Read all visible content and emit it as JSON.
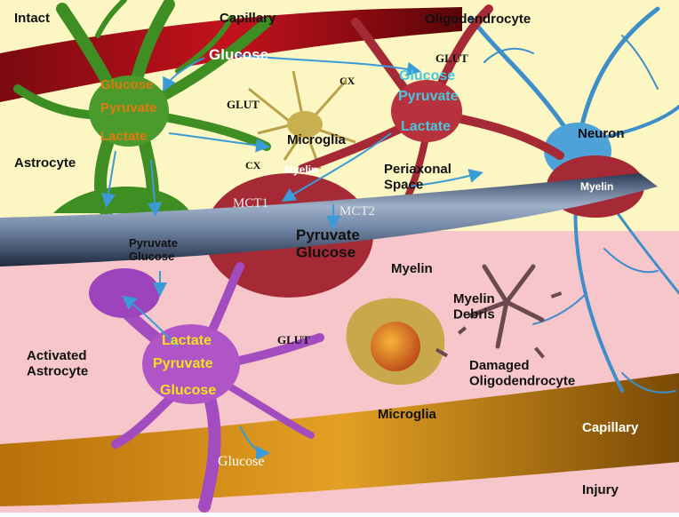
{
  "regions": {
    "top": "Intact",
    "bottom": "Injury"
  },
  "labels": {
    "capillary_top": "Capillary",
    "oligodendrocyte": "Oligodendrocyte",
    "glucose_top": "Glucose",
    "glut_oligo": "GLUT",
    "cx_top": "CX",
    "glut_mid": "GLUT",
    "microglia_top": "Microglia",
    "astrocyte": "Astrocyte",
    "cx_mid": "CX",
    "myelin_node": "Myelin",
    "neuron": "Neuron",
    "myelin_neuron": "Myelin",
    "periaxonal": "Periaxonal\nSpace",
    "mct1": "MCT1",
    "mct2": "MCT2",
    "pyruvate_glucose_small": "Pyruvate\nGlucose",
    "pyruvate_glucose_big": "Pyruvate\nGlucose",
    "myelin_mid": "Myelin",
    "myelin_debris": "Myelin\nDebris",
    "activated_astrocyte": "Activated\nAstrocyte",
    "glut_bottom": "GLUT",
    "damaged_oligo": "Damaged\nOligodendrocyte",
    "microglia_bottom": "Microglia",
    "capillary_bottom": "Capillary",
    "glucose_bottom": "Glucose"
  },
  "astrocyte_metabolites": [
    "Glucose",
    "Pyruvate",
    "Lactate"
  ],
  "oligo_metabolites": [
    "Glucose",
    "Pyruvate",
    "Lactate"
  ],
  "activated_metabolites": [
    "Lactate",
    "Pyruvate",
    "Glucose"
  ],
  "colors": {
    "intact_bg": "#fbf6c2",
    "injury_bg": "#f7c6cb",
    "capillary_red": "#b3101b",
    "capillary_orange": "#d98a0a",
    "astrocyte_green": "#3e8e24",
    "oligo_red": "#a52a36",
    "neuron_blue": "#3e8fc9",
    "activated_purple": "#a24cc0",
    "astro_text": "#e07a10",
    "oligo_text": "#46c7dc",
    "activated_text": "#f5e11a",
    "arrow_blue": "#3a9bd8"
  }
}
